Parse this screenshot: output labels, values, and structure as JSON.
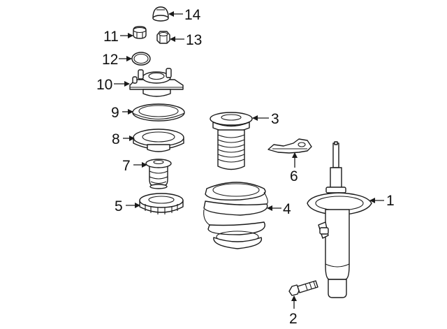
{
  "diagram": {
    "callouts": [
      "1",
      "2",
      "3",
      "4",
      "5",
      "6",
      "7",
      "8",
      "9",
      "10",
      "11",
      "12",
      "13",
      "14"
    ],
    "line_color": "#1a1a1a",
    "background": "#ffffff"
  }
}
